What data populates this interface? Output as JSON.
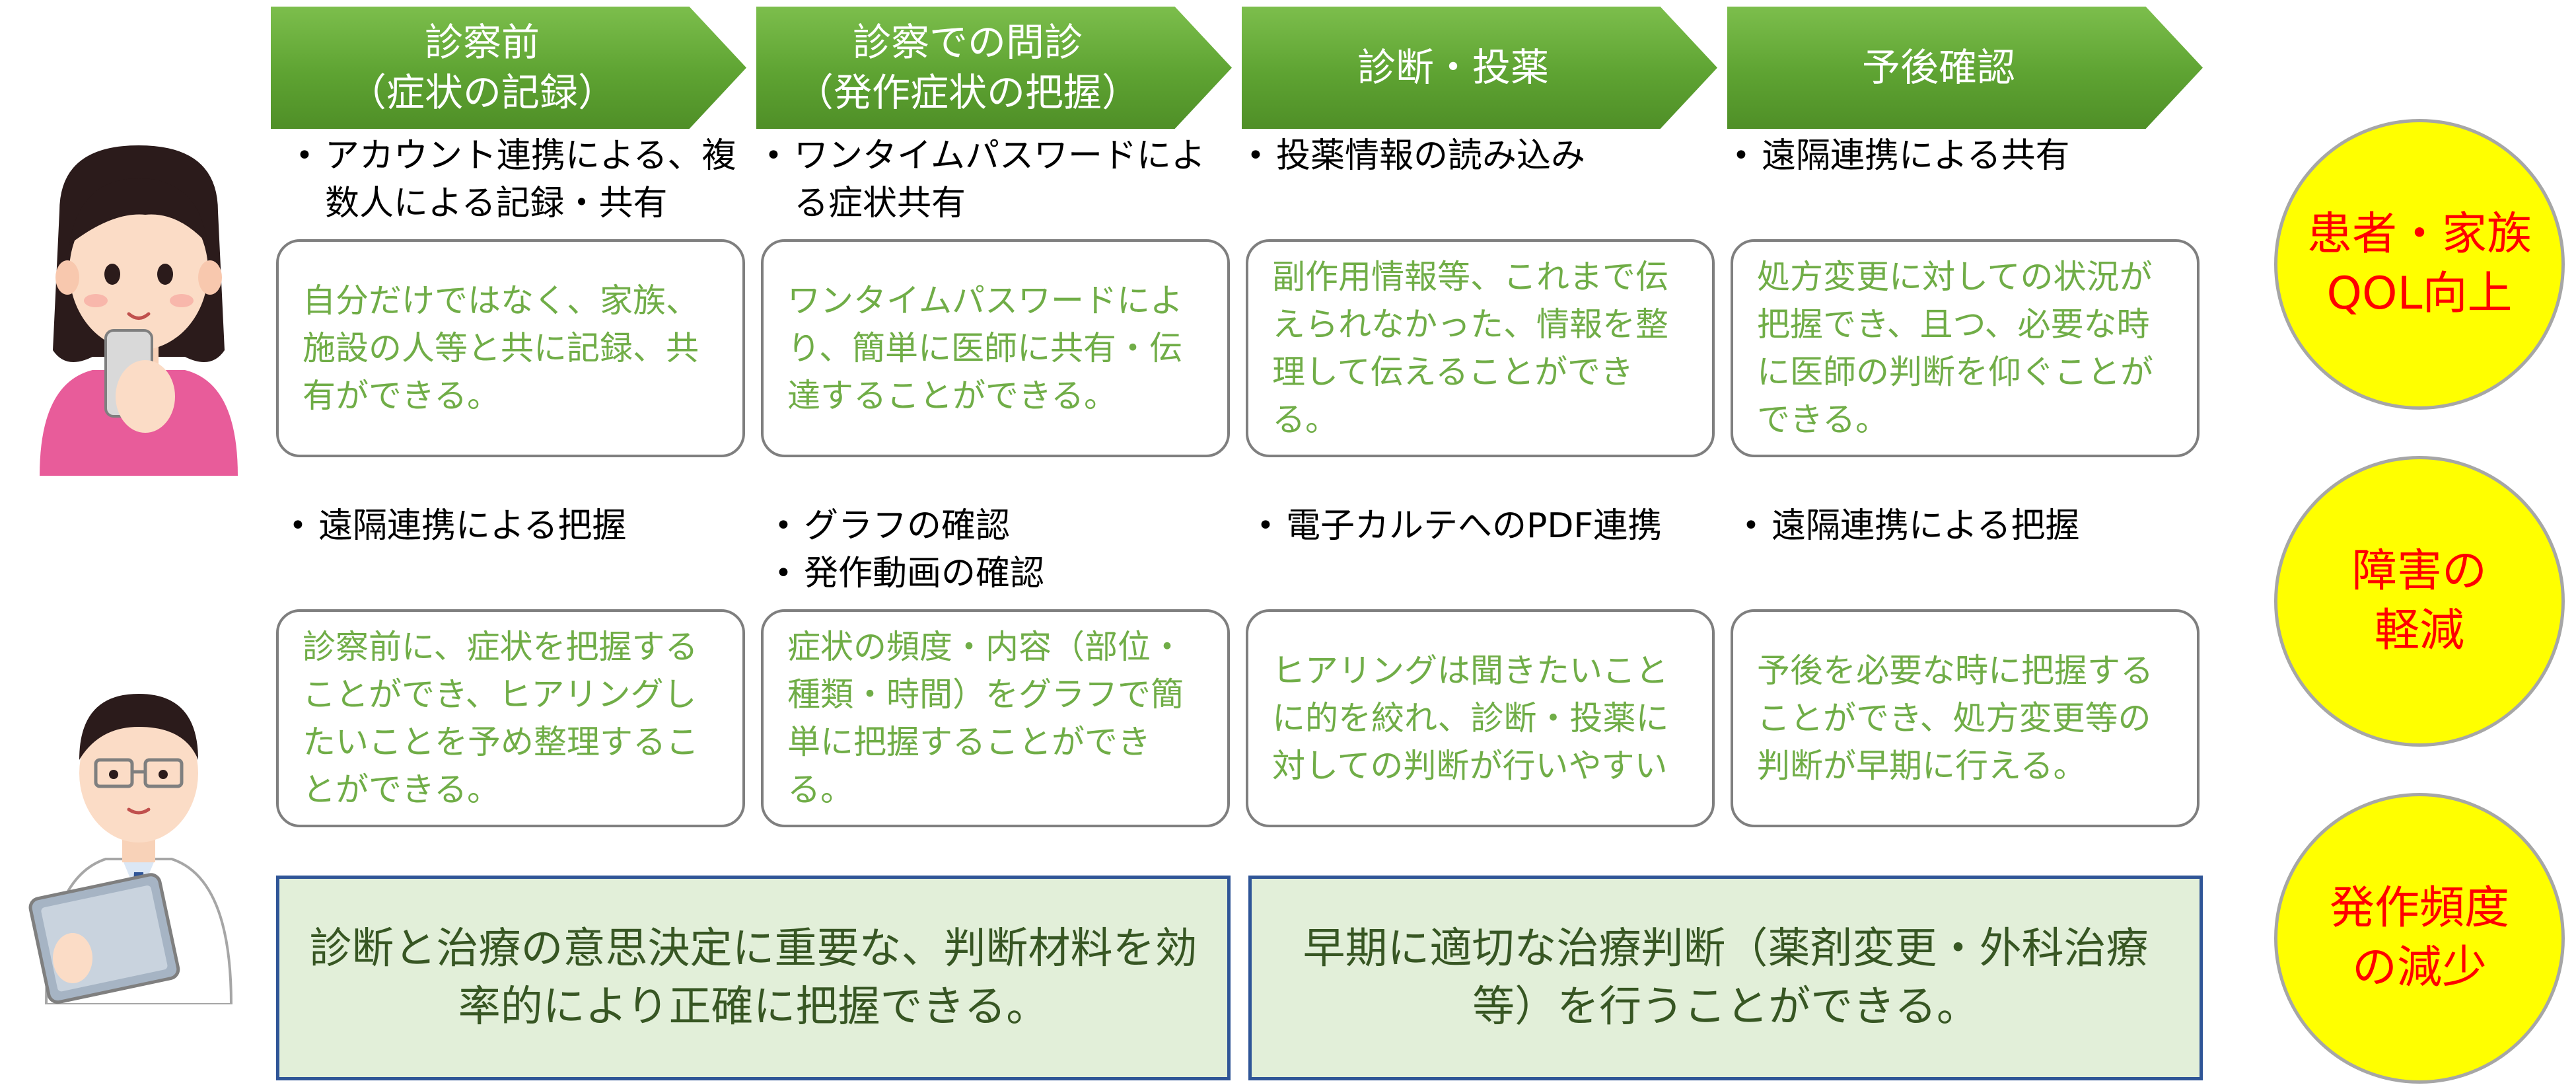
{
  "phases": [
    {
      "line1": "診察前",
      "line2": "（症状の記録）"
    },
    {
      "line1": "診察での問診",
      "line2": "（発作症状の把握）"
    },
    {
      "line1": "診断・投薬",
      "line2": ""
    },
    {
      "line1": "予後確認",
      "line2": ""
    }
  ],
  "patient_row": {
    "bullets": [
      [
        "アカウント連携による、複数人による記録・共有"
      ],
      [
        "ワンタイムパスワードによる症状共有"
      ],
      [
        "投薬情報の読み込み"
      ],
      [
        "遠隔連携による共有"
      ]
    ],
    "boxes": [
      "自分だけではなく、家族、施設の人等と共に記録、共有ができる。",
      "ワンタイムパスワードにより、簡単に医師に共有・伝達することができる。",
      "副作用情報等、これまで伝えられなかった、情報を整理して伝えることができる。",
      "処方変更に対しての状況が把握でき、且つ、必要な時に医師の判断を仰ぐことができる。"
    ]
  },
  "doctor_row": {
    "bullets": [
      [
        "遠隔連携による把握"
      ],
      [
        "グラフの確認",
        "発作動画の確認"
      ],
      [
        "電子カルテへのPDF連携"
      ],
      [
        "遠隔連携による把握"
      ]
    ],
    "boxes": [
      "診察前に、症状を把握することができ、ヒアリングしたいことを予め整理することができる。",
      "症状の頻度・内容（部位・種類・時間）をグラフで簡単に把握することができる。",
      "ヒアリングは聞きたいことに的を絞れ、診断・投薬に対しての判断が行いやすい",
      "予後を必要な時に把握することができ、処方変更等の判断が早期に行える。"
    ]
  },
  "summaries": [
    "診断と治療の意思決定に重要な、判断材料を効率的により正確に把握できる。",
    "早期に適切な治療判断（薬剤変更・外科治療等）を行うことができる。"
  ],
  "outcomes": [
    {
      "line1": "患者・家族",
      "line2": "QOL向上"
    },
    {
      "line1": "障害の",
      "line2": "軽減"
    },
    {
      "line1": "発作頻度",
      "line2": "の減少"
    }
  ],
  "colors": {
    "chevron_green": "#5ea332",
    "box_text_green": "#70ad47",
    "summary_fill": "#e2efd9",
    "summary_border": "#2f5597",
    "outcome_fill": "#ffff00",
    "outcome_text": "#ff0000"
  },
  "icons": [
    "patient-with-smartphone-illustration",
    "doctor-with-tablet-illustration"
  ]
}
